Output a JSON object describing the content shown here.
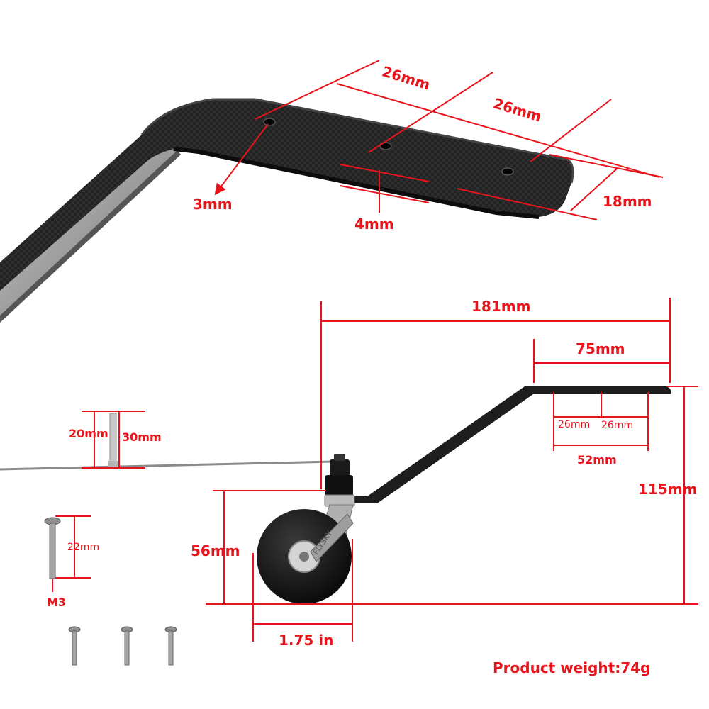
{
  "colors": {
    "dimension": "#e8141b",
    "carbon": "#1c1c1c",
    "steel": "#9a9a9a"
  },
  "top_detail": {
    "spacing_1": "26mm",
    "spacing_2": "26mm",
    "hole_diameter": "3mm",
    "thickness": "4mm",
    "width": "18mm"
  },
  "assembly": {
    "overall_length": "181mm",
    "mount_length": "75mm",
    "hole_spacing_left": "26mm",
    "hole_spacing_right": "26mm",
    "hole_span": "52mm",
    "overall_height": "115mm",
    "wheel_height": "56mm",
    "wheel_diameter": "1.75 in",
    "wheel_brand": "FLYSKY"
  },
  "tiller": {
    "arm_offset": "20mm",
    "pin_length": "30mm"
  },
  "screw": {
    "length": "22mm",
    "size": "M3"
  },
  "product_weight": "Product weight:74g"
}
